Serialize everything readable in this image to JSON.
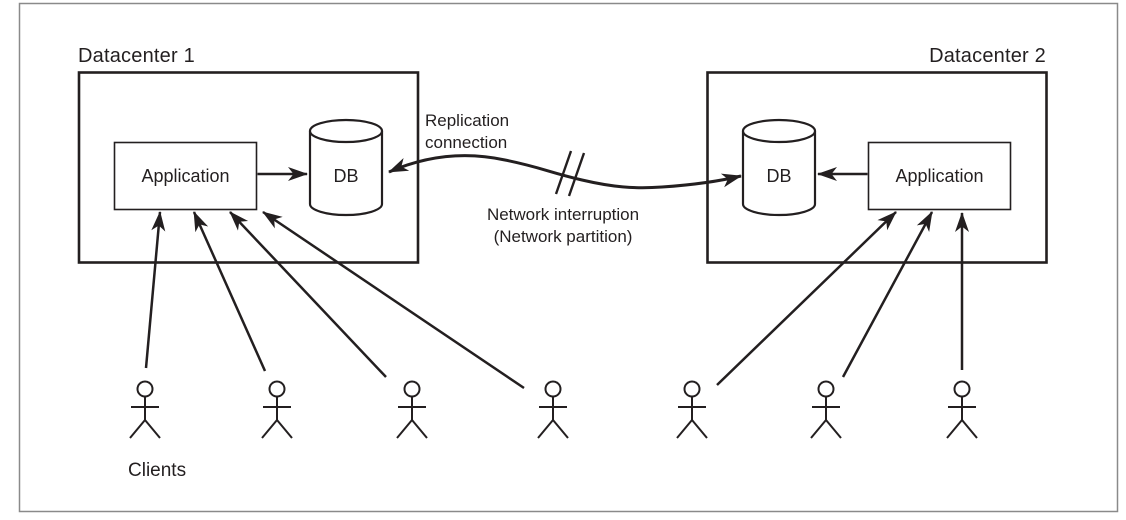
{
  "diagram": {
    "datacenter1": {
      "title": "Datacenter 1",
      "application_label": "Application",
      "db_label": "DB"
    },
    "datacenter2": {
      "title": "Datacenter 2",
      "application_label": "Application",
      "db_label": "DB"
    },
    "replication": {
      "line1": "Replication",
      "line2": "connection"
    },
    "interruption": {
      "line1": "Network interruption",
      "line2": "(Network partition)"
    },
    "clients_label": "Clients",
    "client_count": 7,
    "colors": {
      "line": "#231f20",
      "frame_border": "#8a8a8a",
      "background": "#ffffff"
    }
  }
}
